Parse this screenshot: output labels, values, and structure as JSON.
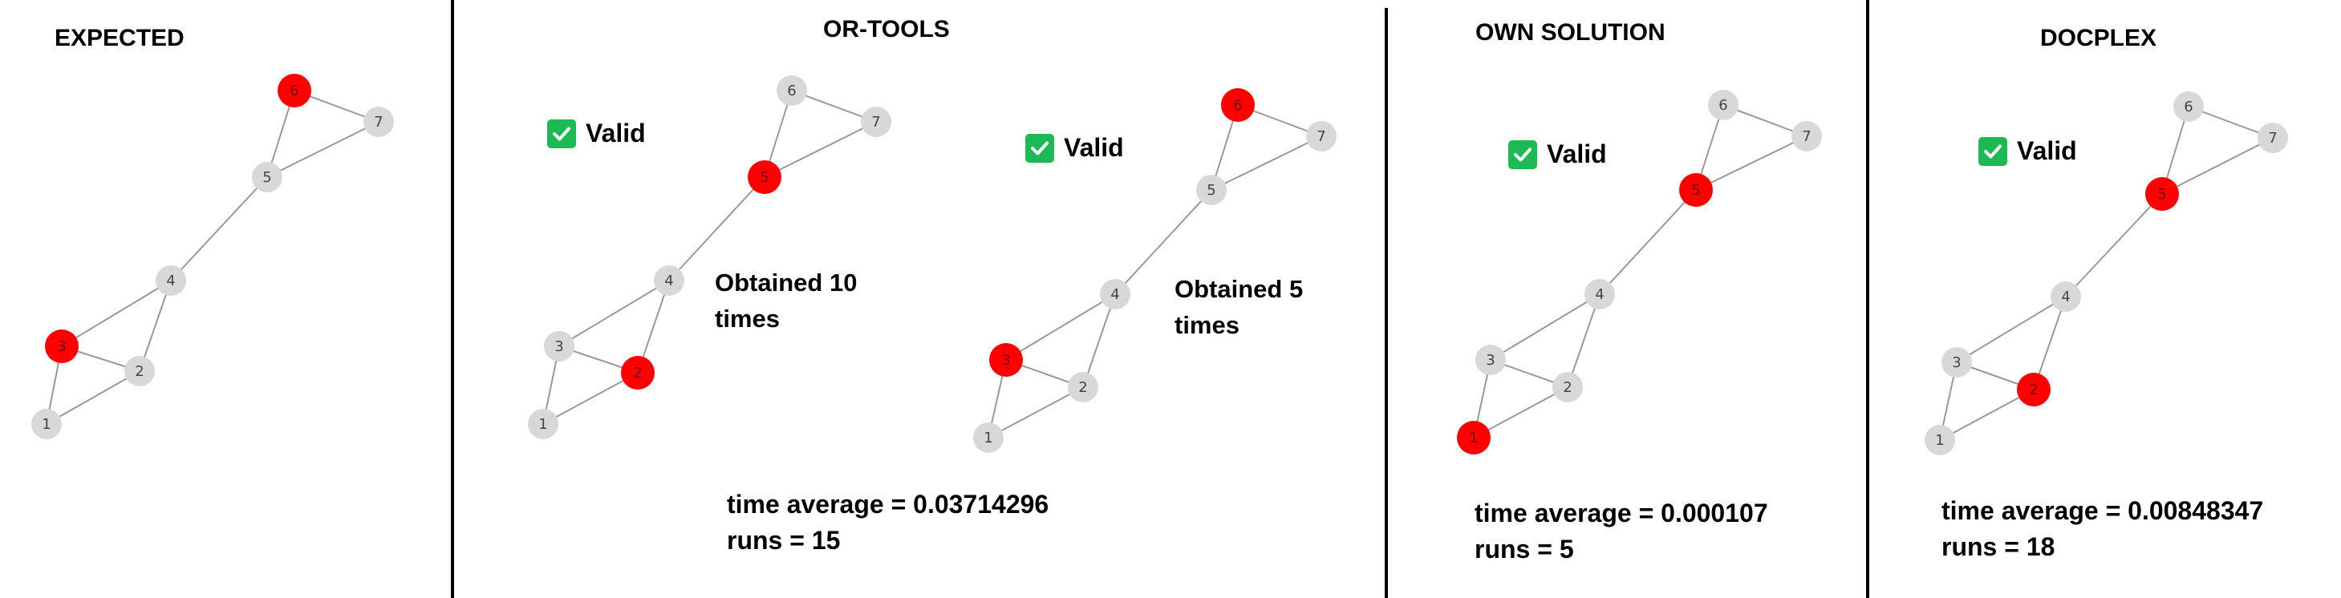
{
  "panels": {
    "expected": {
      "title": "EXPECTED"
    },
    "ortools": {
      "title": "OR-TOOLS",
      "valid_label": "Valid",
      "obtained_left": "Obtained 10 times",
      "obtained_right": "Obtained 5 times",
      "time_average": "time average = 0.03714296",
      "runs": "runs = 15"
    },
    "own": {
      "title": "OWN SOLUTION",
      "valid_label": "Valid",
      "time_average": "time average = 0.000107",
      "runs": "runs = 5"
    },
    "docplex": {
      "title": "DOCPLEX",
      "valid_label": "Valid",
      "time_average": "time average = 0.00848347",
      "runs": "runs = 18"
    }
  },
  "graph": {
    "nodes": [
      "1",
      "2",
      "3",
      "4",
      "5",
      "6",
      "7"
    ],
    "edges": [
      [
        "1",
        "2"
      ],
      [
        "1",
        "3"
      ],
      [
        "2",
        "3"
      ],
      [
        "2",
        "4"
      ],
      [
        "3",
        "4"
      ],
      [
        "4",
        "5"
      ],
      [
        "5",
        "6"
      ],
      [
        "5",
        "7"
      ],
      [
        "6",
        "7"
      ]
    ]
  },
  "solutions": {
    "expected": [
      "3",
      "6"
    ],
    "ortools_a": [
      "2",
      "5"
    ],
    "ortools_b": [
      "3",
      "6"
    ],
    "own": [
      "1",
      "5"
    ],
    "docplex": [
      "2",
      "5"
    ]
  },
  "colors": {
    "selected": "#ff0000",
    "unselected": "#d8d8d8",
    "edge": "#999999",
    "check": "#1db954"
  },
  "icons": {
    "valid": "green-checkbox-icon"
  }
}
